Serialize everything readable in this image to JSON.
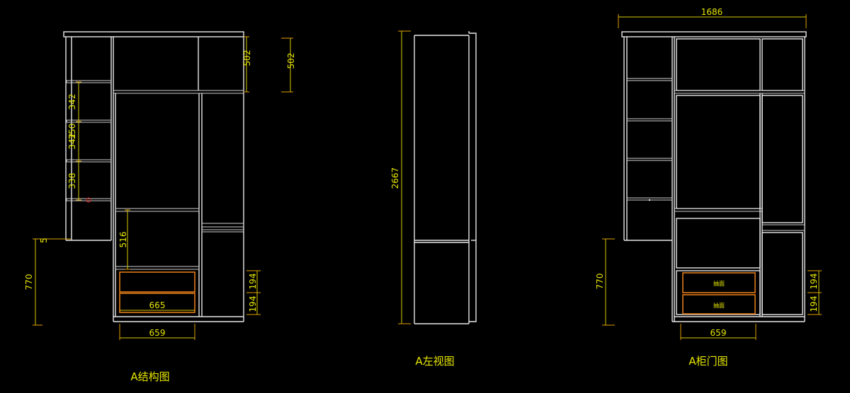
{
  "views": {
    "structure": {
      "caption": "A结构图",
      "dims": {
        "top_502": "502",
        "shelf_342_a": "342",
        "shelf_350": "350",
        "shelf_342_b": "342",
        "shelf_338": "338",
        "top_5": "5",
        "gap_516": "516",
        "drawer_194_a": "194",
        "drawer_194_b": "194",
        "left_770": "770",
        "drawer_width_665": "665",
        "bottom_659": "659"
      }
    },
    "side": {
      "caption": "A左视图",
      "dims": {
        "right_502": "502",
        "height_2667": "2667"
      }
    },
    "door": {
      "caption": "A柜门图",
      "dims": {
        "width_1686": "1686",
        "left_770": "770",
        "drawer_194_a": "194",
        "drawer_194_b": "194",
        "bottom_659": "659"
      },
      "drawer_labels": [
        "抽面",
        "抽面"
      ]
    }
  },
  "colors": {
    "background": "#000000",
    "outline": "#e8e8e8",
    "dimension": "#e6e600",
    "drawer": "#e07a18"
  }
}
